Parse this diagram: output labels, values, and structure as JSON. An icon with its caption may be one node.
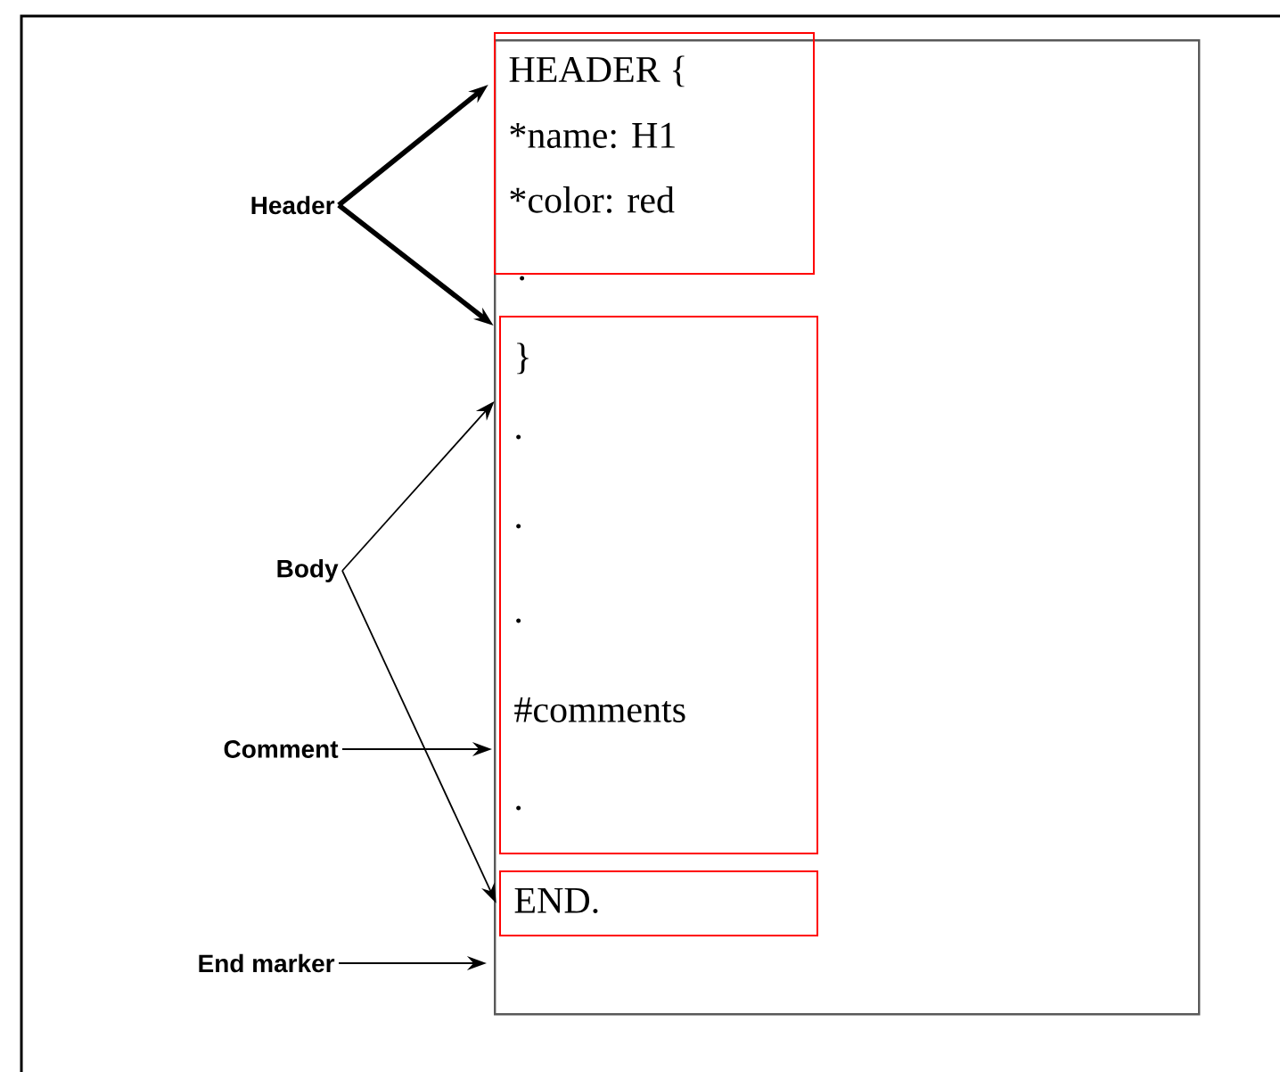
{
  "diagram": {
    "nodes": [
      {
        "text": [],
        "shape": "box"
      },
      {
        "text": [
          "HEADER {",
          "*name: H1",
          "*color: red"
        ],
        "in": 0
      },
      {
        "text": [
          "}",
          ".",
          ".",
          ".",
          "#comments",
          "."
        ],
        "in": 0
      },
      {
        "text": [
          "END."
        ],
        "in": 0
      },
      {
        "text": [
          "Header"
        ]
      },
      {
        "text": [
          "Body"
        ]
      },
      {
        "text": [
          "Comment"
        ]
      },
      {
        "text": [
          "End marker"
        ]
      }
    ],
    "edges": [
      {
        "from": 4,
        "to": 1,
        "arrow": "to",
        "style": "thick"
      },
      {
        "from": 4,
        "to": 2,
        "arrow": "to",
        "style": "thick"
      },
      {
        "from": 5,
        "to": 2,
        "arrow": "to"
      },
      {
        "from": 5,
        "to": 3,
        "arrow": "to"
      },
      {
        "from": 6,
        "to": 2,
        "arrow": "to"
      },
      {
        "from": 7,
        "to": 0,
        "arrow": "to"
      }
    ],
    "labels": [
      "."
    ]
  }
}
